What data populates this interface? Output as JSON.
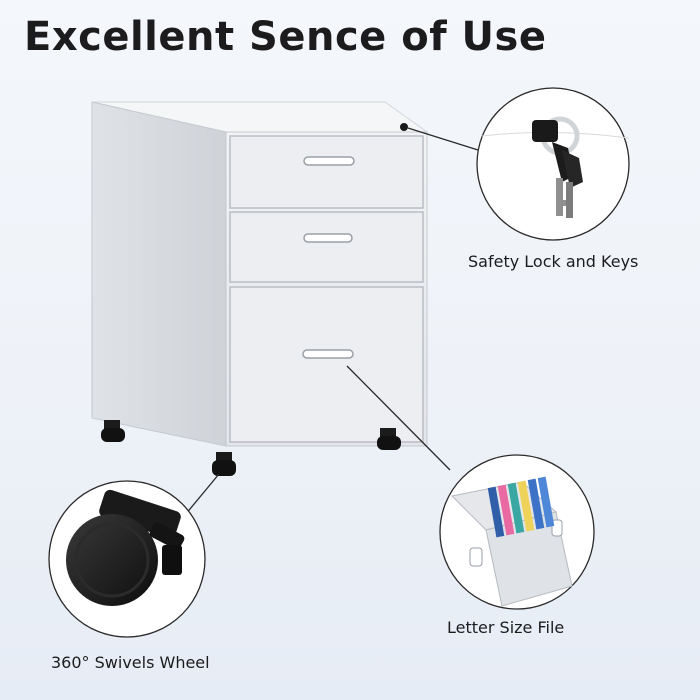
{
  "headline": "Excellent Sence of Use",
  "callouts": {
    "lock": "Safety Lock and Keys",
    "file": "Letter Size File",
    "wheel": "360° Swivels Wheel"
  },
  "colors": {
    "cabinet": "#e9ebee",
    "cabinet_shadow": "#c9cdd3",
    "background": "#eef2f8",
    "text": "#1c1c1e"
  }
}
